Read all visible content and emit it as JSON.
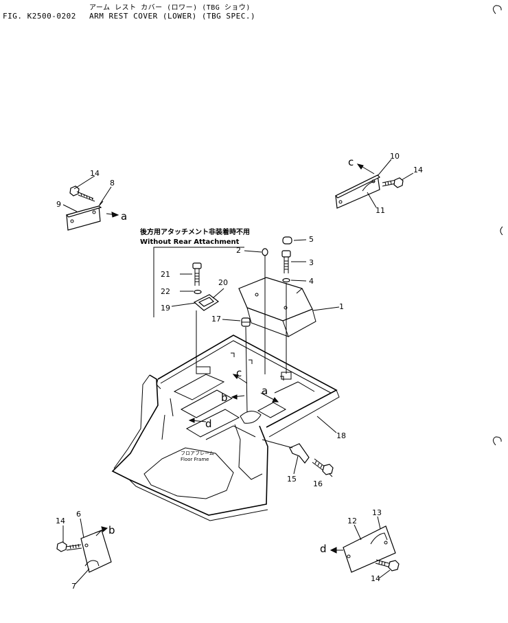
{
  "header": {
    "title_jp": "アーム レスト カバー (ロワー) (TBG ショウ)",
    "figure_number": "FIG. K2500-0202",
    "title_en": "ARM REST COVER (LOWER) (TBG SPEC.)"
  },
  "inset": {
    "caption_jp": "後方用アタッチメント非装着時不用",
    "caption_en": "Without Rear Attachment"
  },
  "floor_frame": {
    "label_jp": "フロアフレーム",
    "label_en": "Floor Frame"
  },
  "part_numbers": {
    "p1": "1",
    "p2": "2",
    "p3": "3",
    "p4": "4",
    "p5": "5",
    "p6": "6",
    "p7": "7",
    "p8": "8",
    "p9": "9",
    "p10": "10",
    "p11": "11",
    "p12": "12",
    "p13": "13",
    "p14_top_left": "14",
    "p14_top_right": "14",
    "p14_bottom_left": "14",
    "p14_bottom_right": "14",
    "p15": "15",
    "p16": "16",
    "p17": "17",
    "p18": "18",
    "p19": "19",
    "p20": "20",
    "p21": "21",
    "p22": "22"
  },
  "reference_letters": {
    "a_detail": "a",
    "b_detail": "b",
    "c_detail": "c",
    "d_detail": "d",
    "a_frame": "a",
    "b_frame": "b",
    "c_frame": "c",
    "d_frame": "d"
  }
}
